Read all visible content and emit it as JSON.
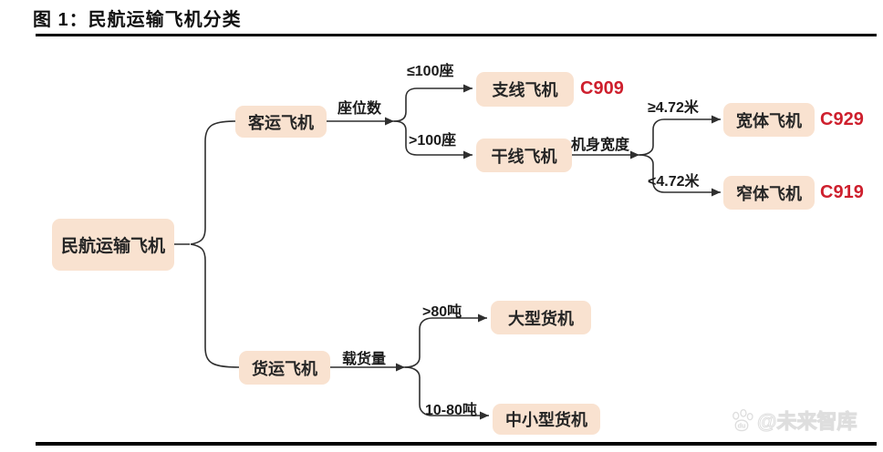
{
  "header": {
    "title": "图 1：民航运输飞机分类"
  },
  "nodes": {
    "root": {
      "label": "民航运输飞机"
    },
    "passenger": {
      "label": "客运飞机"
    },
    "cargo": {
      "label": "货运飞机"
    },
    "regional": {
      "label": "支线飞机",
      "code": "C909"
    },
    "trunk": {
      "label": "干线飞机"
    },
    "widebody": {
      "label": "宽体飞机",
      "code": "C929"
    },
    "narrowbody": {
      "label": "窄体飞机",
      "code": "C919"
    },
    "large_freighter": {
      "label": "大型货机"
    },
    "mid_small_freighter": {
      "label": "中小型货机"
    }
  },
  "edge_labels": {
    "seat_count": "座位数",
    "seats_le_100": "≤100座",
    "seats_gt_100": ">100座",
    "fuselage_width": "机身宽度",
    "width_ge_472": "≥4.72米",
    "width_lt_472": "<4.72米",
    "payload": "载货量",
    "payload_gt_80": ">80吨",
    "payload_10_80": "10-80吨"
  },
  "watermark": {
    "text": "@未来智库",
    "icon": "paw-icon"
  },
  "colors": {
    "node_fill": "#f9e2d0",
    "node_text": "#262626",
    "code_red": "#ce1f2d",
    "line": "#2f2f2f",
    "rule_black": "#000000",
    "background": "#ffffff"
  }
}
